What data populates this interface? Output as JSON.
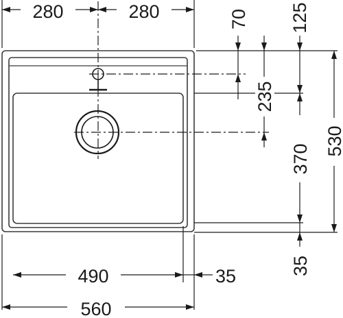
{
  "colors": {
    "ink": "#1a1a1a",
    "outline": "#3a3a3a",
    "background": "#ffffff"
  },
  "dimensions": {
    "top_left": "280",
    "top_right": "280",
    "tap_offset": "70",
    "top_margin": "125",
    "drain_offset": "235",
    "bowl_depth": "370",
    "total_depth": "530",
    "bottom_margin": "35",
    "bowl_width": "490",
    "side_margin": "35",
    "total_width": "560"
  }
}
